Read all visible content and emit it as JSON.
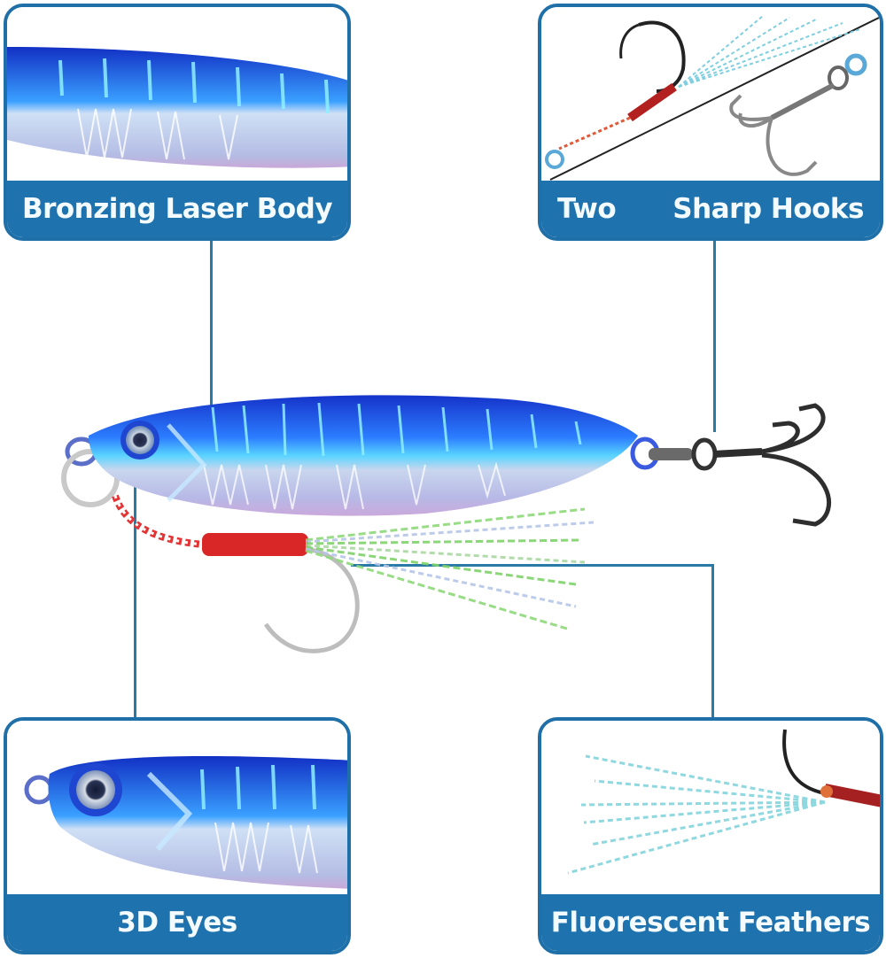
{
  "panels": {
    "top_left": {
      "label": "Bronzing Laser Body",
      "image": "lure-body-closeup"
    },
    "top_right": {
      "label_left": "Two",
      "label_right": "Sharp Hooks",
      "image": "assist-hook-and-treble-hook"
    },
    "bottom_left": {
      "label": "3D Eyes",
      "image": "lure-head-eye-closeup"
    },
    "bottom_right": {
      "label": "Fluorescent Feathers",
      "image": "feather-tail-closeup"
    }
  },
  "product": {
    "image": "blue-jig-lure-with-assist-hook-and-treble-hook"
  },
  "colors": {
    "accent_blue": "#1e72ad",
    "border_blue": "#1f6fa8",
    "connector": "#2a7aa8",
    "label_text": "#f4fbff",
    "lure_blue": "#1a3fd6",
    "lure_cyan": "#3fc9ff",
    "cord_red": "#d62a2a",
    "feather_green": "#7fd36a"
  }
}
